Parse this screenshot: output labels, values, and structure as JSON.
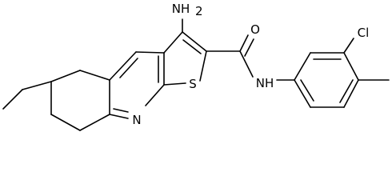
{
  "structure": {
    "atom_labels": {
      "amino": "NH",
      "amino_subscript": "2",
      "carbonyl_oxygen": "O",
      "amide_nh": "NH",
      "chlorine": "Cl",
      "pyridine_nitrogen": "N",
      "thiophene_sulfur": "S"
    }
  },
  "colors": {
    "bond": "#000000",
    "text": "#000000",
    "background": "#ffffff"
  }
}
